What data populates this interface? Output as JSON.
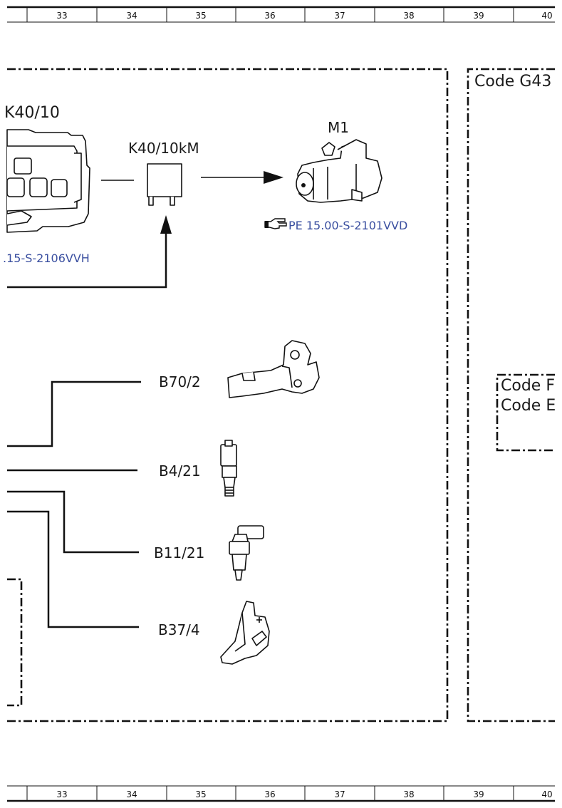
{
  "ruler": {
    "top": [
      "33",
      "34",
      "35",
      "36",
      "37",
      "38",
      "39",
      "40"
    ],
    "bottom": [
      "33",
      "34",
      "35",
      "36",
      "37",
      "38",
      "39",
      "40"
    ]
  },
  "components": {
    "k40_10": "K40/10",
    "k40_10km": "K40/10kM",
    "m1": "M1",
    "b70_2": "B70/2",
    "b4_21": "B4/21",
    "b11_21": "B11/21",
    "b37_4": "B37/4"
  },
  "references": {
    "k40_ref": ".15-S-2106VVH",
    "m1_ref": "PE 15.00-S-2101VVD"
  },
  "codes": {
    "right_box": "Code G43",
    "small_box_1": "Code F",
    "small_box_2": "Code E"
  },
  "colors": {
    "reference_link": "#3a4fa0",
    "line": "#111111"
  },
  "icons": {
    "reference_pointer": "pointing-hand-icon"
  }
}
